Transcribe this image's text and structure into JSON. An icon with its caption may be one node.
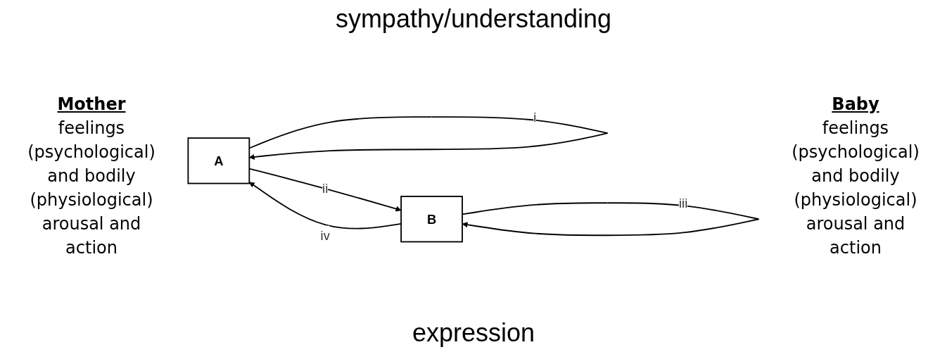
{
  "diagram": {
    "nodes": [
      {
        "text": [
          "A"
        ]
      },
      {
        "text": [
          "B"
        ]
      }
    ],
    "edges": [
      {
        "from": 0,
        "to": 0,
        "arrow": "to",
        "label": "i"
      },
      {
        "from": 0,
        "to": 1,
        "arrow": "to",
        "label": "ii"
      },
      {
        "from": 1,
        "to": 1,
        "arrow": "to",
        "label": "iii"
      },
      {
        "from": 1,
        "to": 0,
        "arrow": "to",
        "label": "iv"
      }
    ],
    "labels": [
      "sympathy/understanding",
      "Mother",
      "feelings (psychological) and bodily (physiological) arousal and action",
      "Baby",
      "feelings (psychological) and bodily (physiological) arousal and action",
      "expression"
    ]
  }
}
